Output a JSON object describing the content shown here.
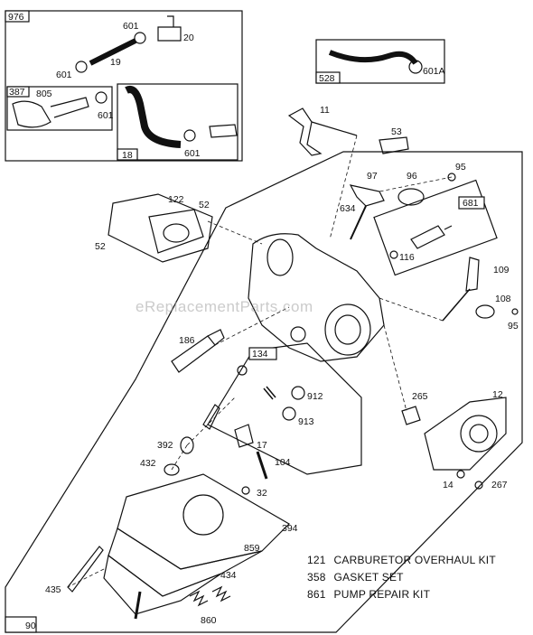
{
  "watermark": "eReplacementParts.com",
  "legend": [
    {
      "num": "121",
      "text": "CARBURETOR OVERHAUL KIT"
    },
    {
      "num": "358",
      "text": "GASKET SET"
    },
    {
      "num": "861",
      "text": "PUMP REPAIR KIT"
    }
  ],
  "boxes": {
    "b976": "976",
    "b387": "387",
    "b18": "18",
    "b528": "528",
    "b681": "681",
    "b134": "134",
    "b90": "90"
  },
  "labels": {
    "l601a": "601",
    "l20": "20",
    "l19": "19",
    "l601b": "601",
    "l805": "805",
    "l601c": "601",
    "l601d": "601",
    "l601A": "601A",
    "l11": "11",
    "l53": "53",
    "l95a": "95",
    "l97": "97",
    "l96": "96",
    "l634": "634",
    "l122": "122",
    "l52a": "52",
    "l52b": "52",
    "l116": "116",
    "l109": "109",
    "l108": "108",
    "l95b": "95",
    "l186": "186",
    "l912": "912",
    "l913": "913",
    "l265": "265",
    "l12": "12",
    "l392": "392",
    "l17": "17",
    "l432": "432",
    "l104": "104",
    "l32": "32",
    "l14": "14",
    "l267": "267",
    "l394": "394",
    "l859": "859",
    "l434": "434",
    "l435": "435",
    "l860": "860"
  }
}
